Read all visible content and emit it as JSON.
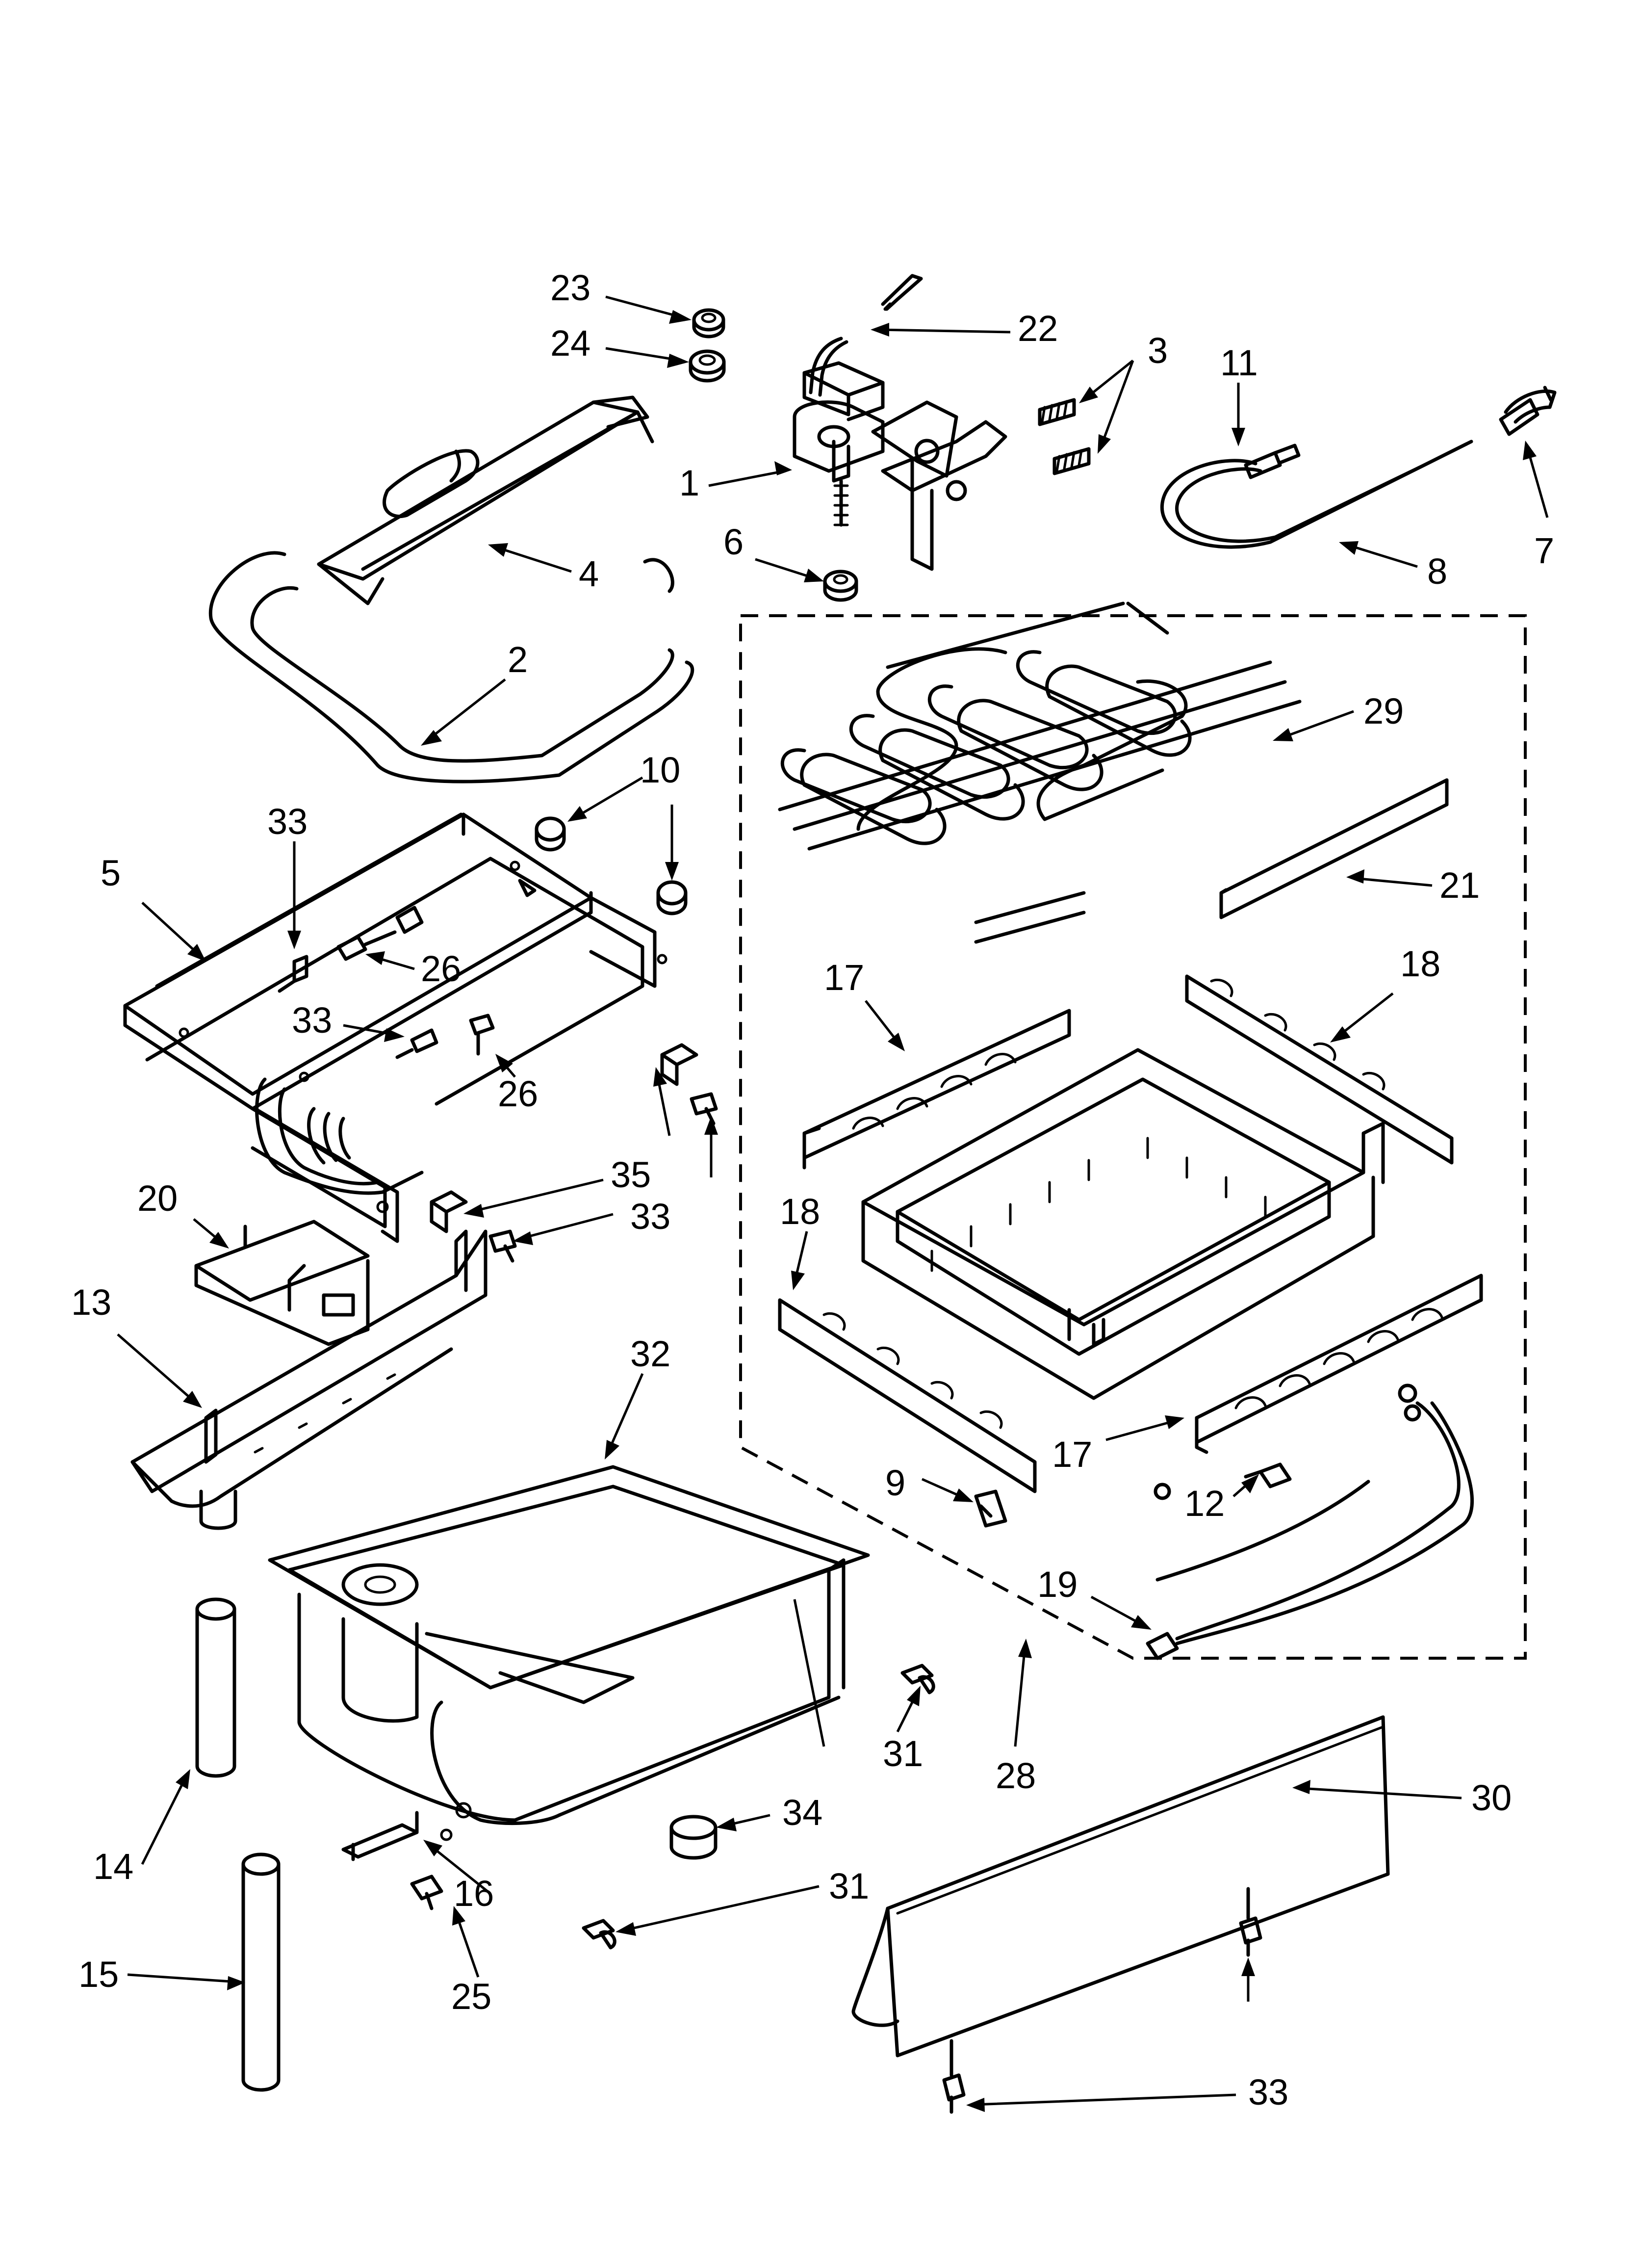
{
  "diagram": {
    "labels": [
      {
        "key": "23",
        "text": "23"
      },
      {
        "key": "24",
        "text": "24"
      },
      {
        "key": "22",
        "text": "22"
      },
      {
        "key": "3",
        "text": "3"
      },
      {
        "key": "11",
        "text": "11"
      },
      {
        "key": "1",
        "text": "1"
      },
      {
        "key": "7",
        "text": "7"
      },
      {
        "key": "6",
        "text": "6"
      },
      {
        "key": "8",
        "text": "8"
      },
      {
        "key": "4",
        "text": "4"
      },
      {
        "key": "2",
        "text": "2"
      },
      {
        "key": "29",
        "text": "29"
      },
      {
        "key": "10",
        "text": "10"
      },
      {
        "key": "33a",
        "text": "33"
      },
      {
        "key": "5",
        "text": "5"
      },
      {
        "key": "21",
        "text": "21"
      },
      {
        "key": "26a",
        "text": "26"
      },
      {
        "key": "17a",
        "text": "17"
      },
      {
        "key": "18a",
        "text": "18"
      },
      {
        "key": "33b",
        "text": "33"
      },
      {
        "key": "26b",
        "text": "26"
      },
      {
        "key": "35",
        "text": "35"
      },
      {
        "key": "33c",
        "text": "33"
      },
      {
        "key": "20",
        "text": "20"
      },
      {
        "key": "18b",
        "text": "18"
      },
      {
        "key": "13",
        "text": "13"
      },
      {
        "key": "32",
        "text": "32"
      },
      {
        "key": "17b",
        "text": "17"
      },
      {
        "key": "9",
        "text": "9"
      },
      {
        "key": "12",
        "text": "12"
      },
      {
        "key": "19",
        "text": "19"
      },
      {
        "key": "31a",
        "text": "31"
      },
      {
        "key": "28",
        "text": "28"
      },
      {
        "key": "30",
        "text": "30"
      },
      {
        "key": "34",
        "text": "34"
      },
      {
        "key": "14",
        "text": "14"
      },
      {
        "key": "16",
        "text": "16"
      },
      {
        "key": "31b",
        "text": "31"
      },
      {
        "key": "25",
        "text": "25"
      },
      {
        "key": "15",
        "text": "15"
      },
      {
        "key": "33d",
        "text": "33"
      }
    ]
  }
}
